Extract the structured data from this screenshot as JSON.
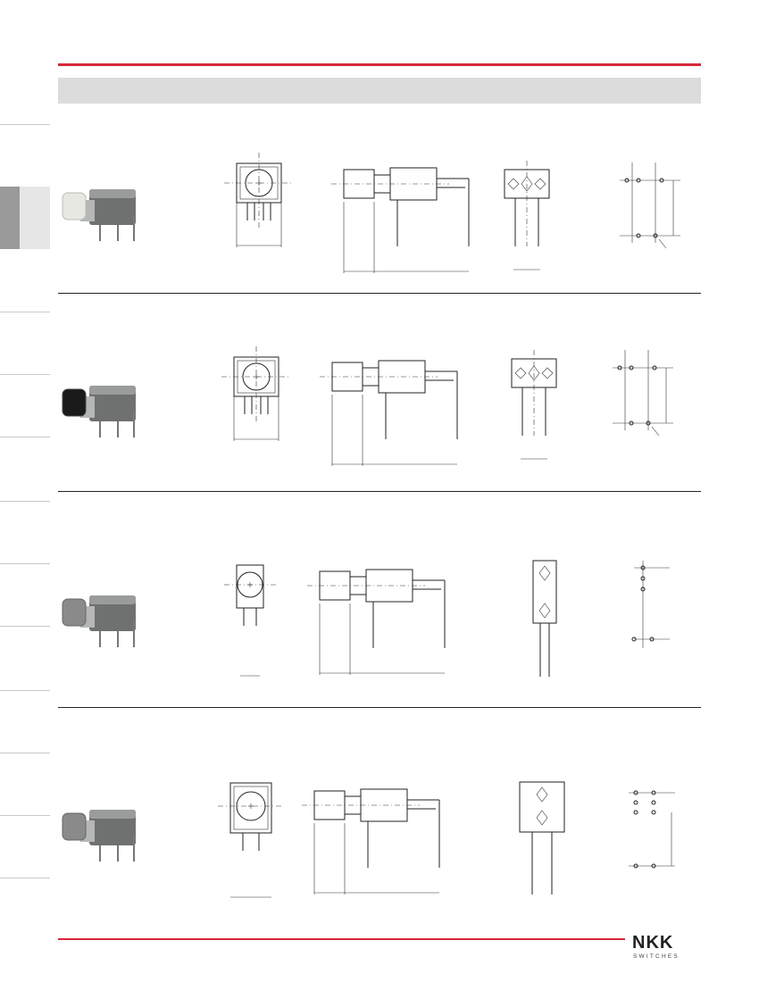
{
  "header": {
    "accent_color": "#d6283a",
    "bar_color": "#dcdcdc"
  },
  "logo": {
    "brand": "NKK",
    "sub": "SWITCHES"
  },
  "rows": [
    {
      "product_photo": "pushbutton-white-cap",
      "cap_color": "#e8e8e2"
    },
    {
      "product_photo": "pushbutton-black-cap",
      "cap_color": "#1a1a1a"
    },
    {
      "product_photo": "pushbutton-gray-cap",
      "cap_color": "#8a8a8a"
    },
    {
      "product_photo": "pushbutton-gray-cap-double",
      "cap_color": "#8a8a8a"
    }
  ]
}
